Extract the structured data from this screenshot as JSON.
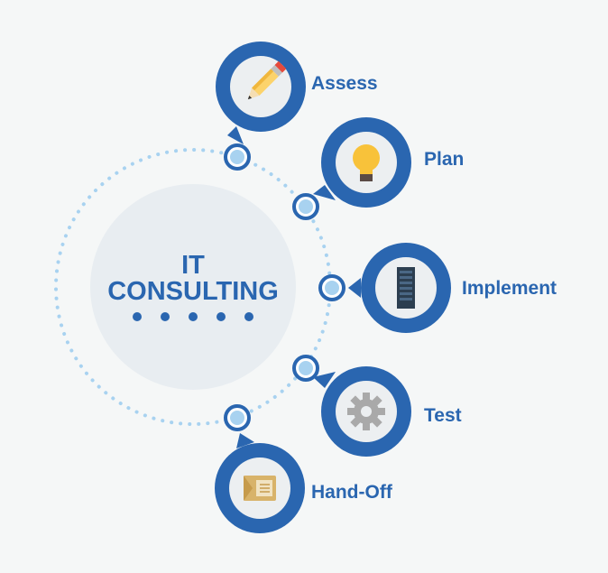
{
  "title": {
    "line1": "IT",
    "line2": "CONSULTING"
  },
  "steps": [
    {
      "label": "Assess",
      "icon": "pencil-icon"
    },
    {
      "label": "Plan",
      "icon": "lightbulb-icon"
    },
    {
      "label": "Implement",
      "icon": "server-icon"
    },
    {
      "label": "Test",
      "icon": "gear-icon"
    },
    {
      "label": "Hand-Off",
      "icon": "folder-icon"
    }
  ],
  "colors": {
    "primary": "#2a66b0",
    "dot": "#a8d2f0",
    "center": "#e8edf1"
  }
}
